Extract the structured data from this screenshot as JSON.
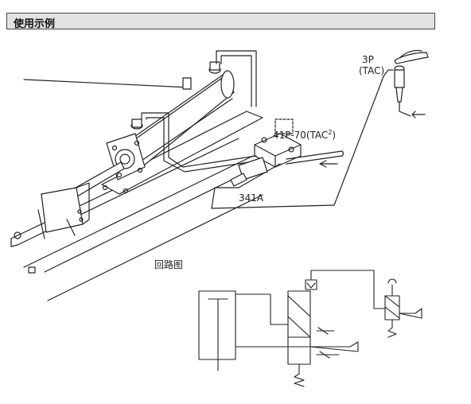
{
  "section": {
    "title": "使用示例"
  },
  "labels": {
    "valve": "41P-70(TAC",
    "valve_sup": "2",
    "valve_close": ")",
    "sensor": "341A",
    "button_name": "3P",
    "button_sub": "(TAC)",
    "circuit": "回路图"
  }
}
